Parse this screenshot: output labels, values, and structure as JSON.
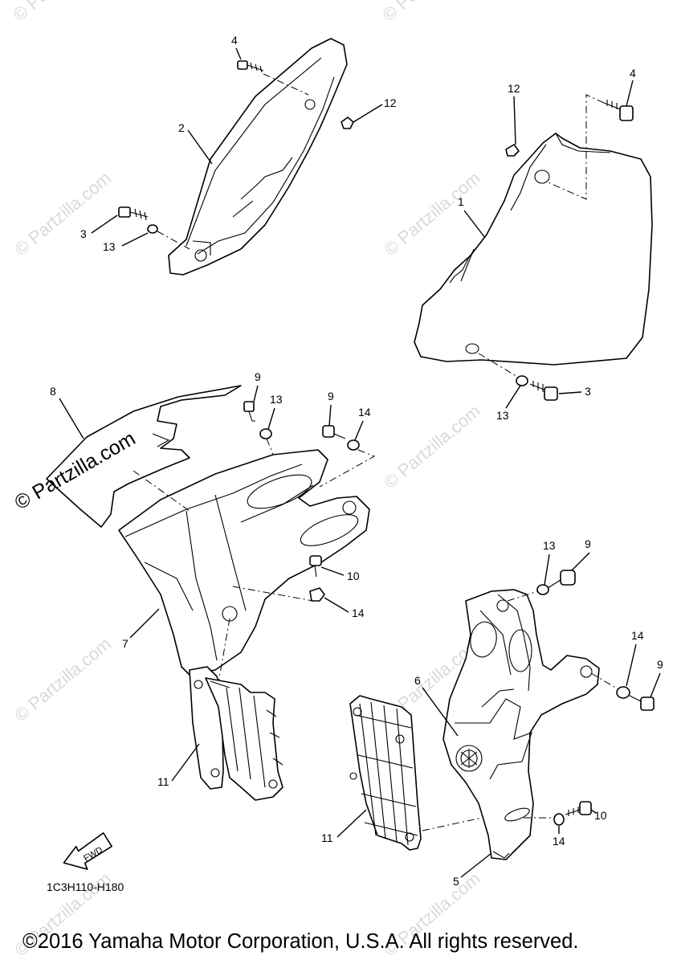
{
  "watermark": {
    "small_text": "© Partzilla.com",
    "large_text": "© Partzilla.com"
  },
  "diagram_code": "1C3H110-H180",
  "fwd_label": "FWD",
  "copyright": "©2016 Yamaha Motor Corporation, U.S.A. All rights reserved.",
  "callouts": {
    "c4a": "4",
    "c12a": "12",
    "c2": "2",
    "c3a": "3",
    "c13a": "13",
    "c12b": "12",
    "c4b": "4",
    "c1": "1",
    "c13b": "13",
    "c3b": "3",
    "c8": "8",
    "c9a": "9",
    "c13c": "13",
    "c9b": "9",
    "c14a": "14",
    "c10a": "10",
    "c14b": "14",
    "c7": "7",
    "c13d": "13",
    "c9c": "9",
    "c14c": "14",
    "c9d": "9",
    "c6": "6",
    "c11a": "11",
    "c11b": "11",
    "c10b": "10",
    "c14d": "14",
    "c5": "5"
  }
}
